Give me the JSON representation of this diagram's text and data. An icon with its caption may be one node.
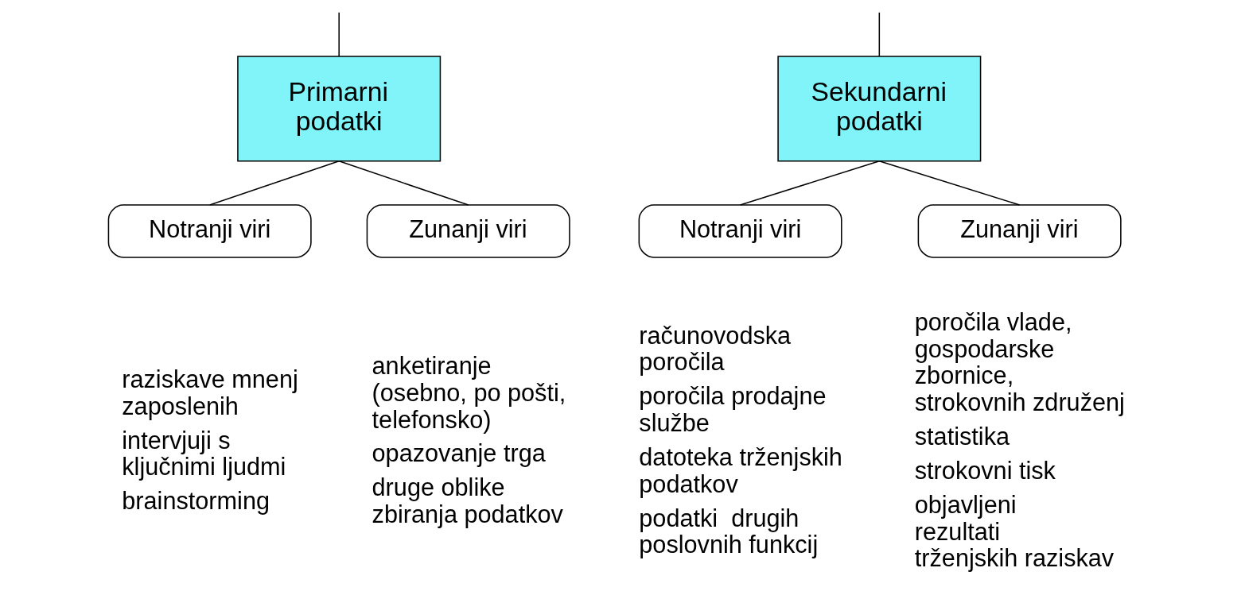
{
  "diagram": {
    "nodes": [
      {
        "text": [
          "Primarni podatki"
        ]
      },
      {
        "text": [
          "Sekundarni podatki"
        ]
      },
      {
        "text": [
          "Notranji viri"
        ],
        "beside": [
          "raziskave mnenj zaposlenih",
          "intervjuji s ključnimi ljudmi",
          "brainstorming"
        ]
      },
      {
        "text": [
          "Zunanji viri"
        ],
        "beside": [
          "anketiranje (osebno, po pošti, telefonsko)",
          "opazovanje trga",
          "druge oblike zbiranja podatkov"
        ]
      },
      {
        "text": [
          "Notranji viri"
        ],
        "beside": [
          "računovodska poročila",
          "poročila prodajne službe",
          "datoteka trženjskih podatkov",
          "podatki  drugih poslovnih funkcij"
        ]
      },
      {
        "text": [
          "Zunanji viri"
        ],
        "beside": [
          "poročila vlade, gospodarske zbornice, strokovnih združenj",
          "statistika",
          "strokovni tisk",
          "objavljeni rezultati trženjskih raziskav"
        ]
      }
    ],
    "edges": [
      {
        "from": null,
        "to": 0,
        "arrow": "none"
      },
      {
        "from": null,
        "to": 1,
        "arrow": "none"
      },
      {
        "from": 0,
        "to": 2,
        "arrow": "none"
      },
      {
        "from": 0,
        "to": 3,
        "arrow": "none"
      },
      {
        "from": 1,
        "to": 4,
        "arrow": "none"
      },
      {
        "from": 1,
        "to": 5,
        "arrow": "none"
      }
    ]
  }
}
